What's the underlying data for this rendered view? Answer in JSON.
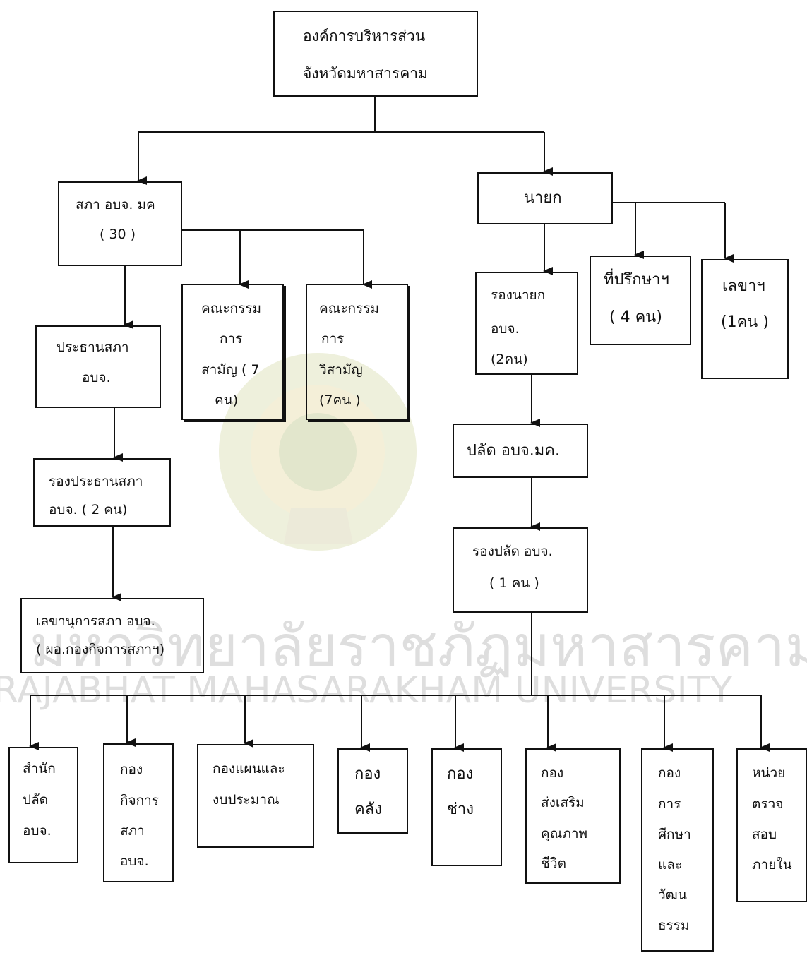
{
  "watermark": {
    "thai": "มหาวิทยาลัยราชภัฏมหาสารคาม",
    "english": "RAJABHAT MAHASARAKHAM UNIVERSITY"
  },
  "nodes": {
    "root": {
      "lines": [
        "องค์การบริหารส่วน",
        "จังหวัดมหาสารคาม"
      ]
    },
    "council": {
      "lines": [
        "สภา อบจ. มค",
        "( 30 )"
      ]
    },
    "mayor": {
      "lines": [
        "นายก"
      ]
    },
    "committee1": {
      "lines": [
        "คณะกรรม",
        "การ",
        "สามัญ ( 7",
        "คน)"
      ]
    },
    "committee2": {
      "lines": [
        "คณะกรรม",
        "การ",
        "วิสามัญ",
        "(7คน )"
      ]
    },
    "chair": {
      "lines": [
        "ประธานสภา",
        "อบจ."
      ]
    },
    "vicechair": {
      "lines": [
        "รองประธานสภา",
        "อบจ. ( 2 คน)"
      ]
    },
    "secretary": {
      "lines": [
        "เลขานุการสภา อบจ.",
        "( ผอ.กองกิจการสภาฯ)"
      ]
    },
    "deputymayor": {
      "lines": [
        "รองนายก",
        "อบจ.",
        "(2คน)"
      ]
    },
    "advisor": {
      "lines": [
        "ที่ปรึกษาฯ",
        "( 4 คน)"
      ]
    },
    "mayorsec": {
      "lines": [
        "เลขาฯ",
        "(1คน )"
      ]
    },
    "palad": {
      "lines": [
        "ปลัด อบจ.มค."
      ]
    },
    "deputypalad": {
      "lines": [
        "รองปลัด อบจ.",
        "( 1 คน )"
      ]
    },
    "d1": {
      "lines": [
        "สำนัก",
        "ปลัด",
        "อบจ."
      ]
    },
    "d2": {
      "lines": [
        "กอง",
        "กิจการ",
        "สภา",
        "อบจ."
      ]
    },
    "d3": {
      "lines": [
        "กองแผนและ",
        "งบประมาณ"
      ]
    },
    "d4": {
      "lines": [
        "กอง",
        "คลัง"
      ]
    },
    "d5": {
      "lines": [
        "กอง",
        "ช่าง"
      ]
    },
    "d6": {
      "lines": [
        "กอง",
        "ส่งเสริม",
        "คุณภาพ",
        "ชีวิต"
      ]
    },
    "d7": {
      "lines": [
        "กอง",
        "การ",
        "ศึกษา",
        "และ",
        "วัฒน",
        "ธรรม"
      ]
    },
    "d8": {
      "lines": [
        "หน่วย",
        "ตรวจ",
        "สอบ",
        "ภายใน"
      ]
    }
  }
}
